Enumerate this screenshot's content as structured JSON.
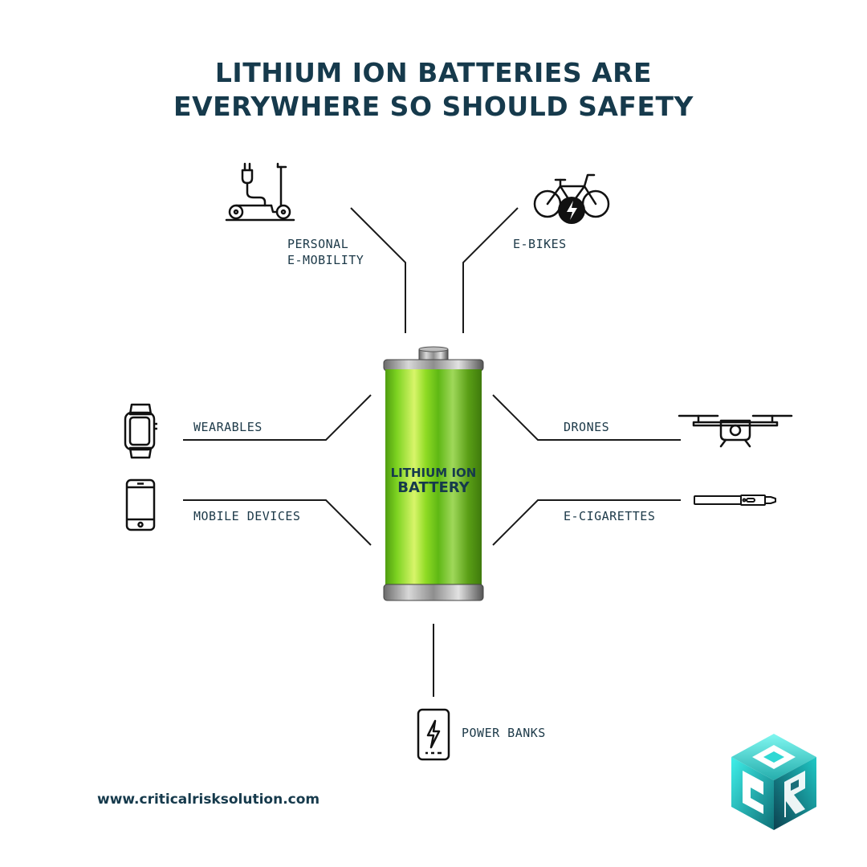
{
  "title": {
    "line1": "LITHIUM ION BATTERIES ARE",
    "line2": "EVERYWHERE SO SHOULD SAFETY"
  },
  "battery": {
    "label_line1": "LITHIUM ION",
    "label_line2": "BATTERY",
    "color": "#6cc51a"
  },
  "categories": {
    "personal_mobility": {
      "line1": "PERSONAL",
      "line2": "E-MOBILITY",
      "icon": "electric-scooter-icon"
    },
    "ebikes": {
      "label": "E-BIKES",
      "icon": "electric-bike-icon"
    },
    "wearables": {
      "label": "WEARABLES",
      "icon": "smartwatch-icon"
    },
    "drones": {
      "label": "DRONES",
      "icon": "drone-icon"
    },
    "mobile_devices": {
      "label": "MOBILE DEVICES",
      "icon": "smartphone-icon"
    },
    "ecigarettes": {
      "label": "E-CIGARETTES",
      "icon": "e-cigarette-icon"
    },
    "power_banks": {
      "label": "POWER BANKS",
      "icon": "power-bank-icon"
    }
  },
  "footer": {
    "url": "www.criticalrisksolution.com"
  },
  "colors": {
    "title": "#163a4c",
    "text": "#1c3948",
    "logo_light": "#2fe6e0",
    "logo_dark": "#0f4f5a"
  }
}
